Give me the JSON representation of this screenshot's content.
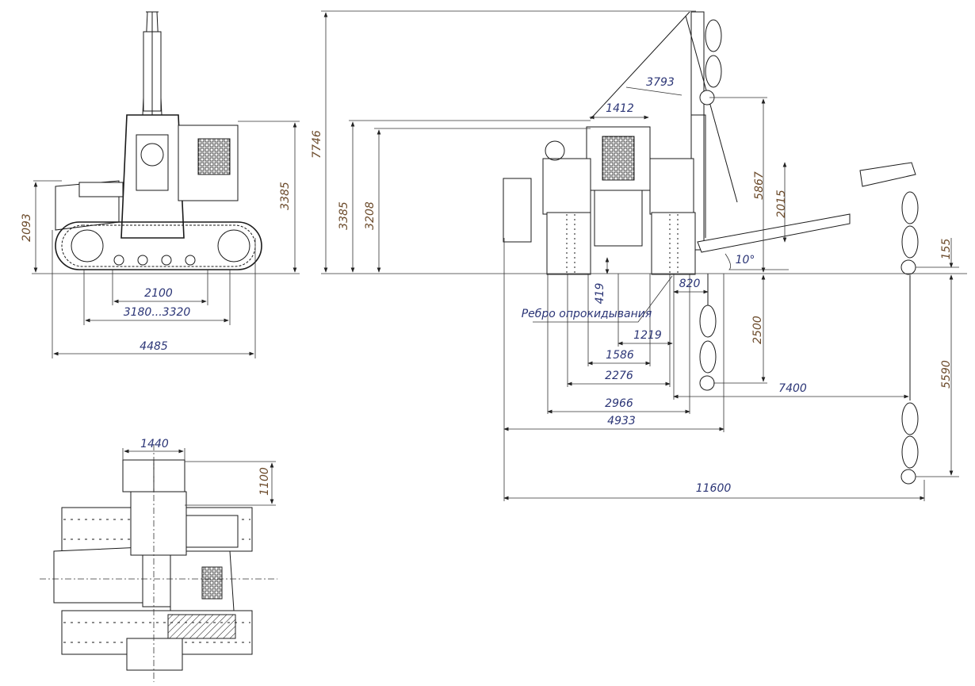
{
  "drawing": {
    "front_view": {
      "height_cab": "2093",
      "height_total": "3385",
      "track_gauge": "2100",
      "track_width_range": "3180...3320",
      "overall_width": "4485"
    },
    "side_view": {
      "boom_height_max": "7746",
      "height_total": "3385",
      "height_cab": "3208",
      "cab_width": "1412",
      "boom_length": "3793",
      "hook_height_upper": "5867",
      "hook_height_mid": "2015",
      "hook_low_offset": "155",
      "boom_angle": "10°",
      "overhang": "820",
      "clearance": "419",
      "tipping_edge_label": "Ребро опрокидывания",
      "dim_1219": "1219",
      "dim_1586": "1586",
      "dim_2276": "2276",
      "dim_2966": "2966",
      "dim_4933": "4933",
      "hook_depth": "2500",
      "reach_7400": "7400",
      "hook_drop": "5590",
      "overall_length": "11600"
    },
    "top_view": {
      "counterweight_width": "1440",
      "counterweight_depth": "1100"
    }
  }
}
